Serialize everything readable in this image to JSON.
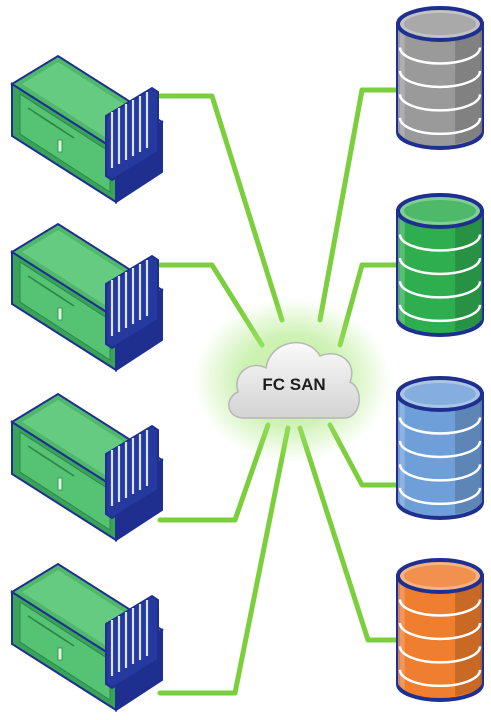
{
  "cloud": {
    "label": "FC SAN"
  },
  "servers": [
    {
      "id": "server-1"
    },
    {
      "id": "server-2"
    },
    {
      "id": "server-3"
    },
    {
      "id": "server-4"
    }
  ],
  "storage": [
    {
      "id": "storage-1",
      "color": "#9a9a9a"
    },
    {
      "id": "storage-2",
      "color": "#2fae4f"
    },
    {
      "id": "storage-3",
      "color": "#6f9fd8"
    },
    {
      "id": "storage-4",
      "color": "#ef7e2e"
    }
  ],
  "colors": {
    "link": "#7ccf3c",
    "server_body": "#4fb86a",
    "server_frame": "#1e2f8f",
    "glow": "#a8e87a"
  }
}
